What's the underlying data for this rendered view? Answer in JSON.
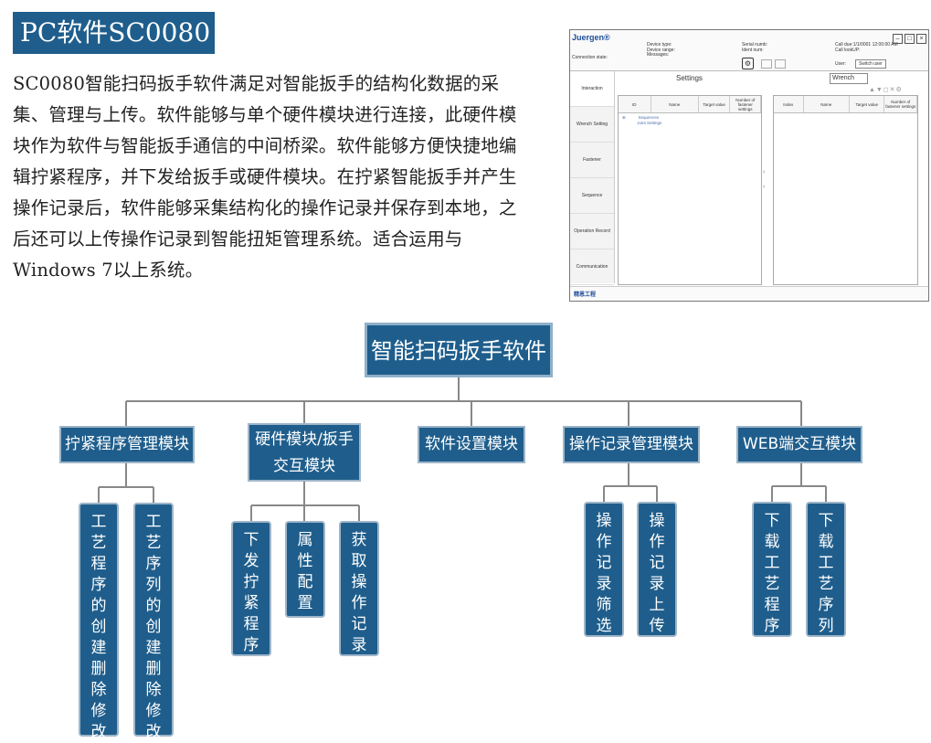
{
  "title": "PC软件SC0080",
  "description": "SC0080智能扫码扳手软件满足对智能扳手的结构化数据的采集、管理与上传。软件能够与单个硬件模块进行连接，此硬件模块作为软件与智能扳手通信的中间桥梁。软件能够方便快捷地编辑拧紧程序，并下发给扳手或硬件模块。在拧紧智能扳手并产生操作记录后，软件能够采集结构化的操作记录并保存到本地，之后还可以上传操作记录到智能扭矩管理系统。适合运用与Windows 7以上系统。",
  "screenshot": {
    "logo": "Juergen®",
    "connection_state": "Connection state:",
    "device_info": [
      "Device type:",
      "Device range:",
      "Messages:"
    ],
    "serial_info": [
      "Serial numb:",
      "Ident num:"
    ],
    "clock_info": [
      "Call due:1/1/0001 12:00:00 AM",
      "Call lookUP:"
    ],
    "user_label": "User:",
    "switch_user": "Switch user",
    "sidebar": [
      "Interaction",
      "Wrench Setting",
      "Fastener",
      "Sequence",
      "Operation Record",
      "Communication"
    ],
    "settings_title": "Settings",
    "wrench_select": "Wrench",
    "left_columns": [
      "ID",
      "Name",
      "Target value",
      "Number of fastener settings"
    ],
    "tree_items": [
      "Sequences",
      "Joint Settings"
    ],
    "right_columns": [
      "Index",
      "Name",
      "Target value",
      "Number of fastener settings"
    ],
    "footer_logo": "精恩工程"
  },
  "diagram": {
    "root": "智能扫码扳手软件",
    "modules": [
      {
        "label": "拧紧程序管理模块",
        "children": [
          "工艺程序的创建删除修改",
          "工艺序列的创建删除修改"
        ]
      },
      {
        "label": "硬件模块/扳手交互模块",
        "children": [
          "下发拧紧程序",
          "属性配置",
          "获取操作记录"
        ]
      },
      {
        "label": "软件设置模块",
        "children": []
      },
      {
        "label": "操作记录管理模块",
        "children": [
          "操作记录筛选",
          "操作记录上传"
        ]
      },
      {
        "label": "WEB端交互模块",
        "children": [
          "下载工艺程序",
          "下载工艺序列"
        ]
      }
    ]
  }
}
